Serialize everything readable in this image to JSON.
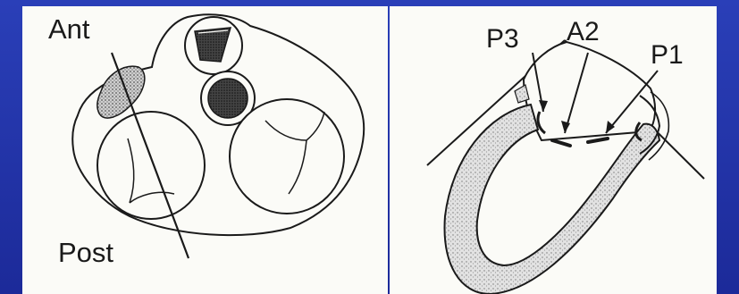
{
  "left_panel": {
    "label_anterior": "Ant",
    "label_posterior": "Post"
  },
  "right_panel": {
    "label_p3": "P3",
    "label_a2": "A2",
    "label_p1": "P1"
  },
  "colors": {
    "background": "#1f2fa3",
    "panel": "#fbfbf7",
    "ink": "#1a1a1a"
  }
}
